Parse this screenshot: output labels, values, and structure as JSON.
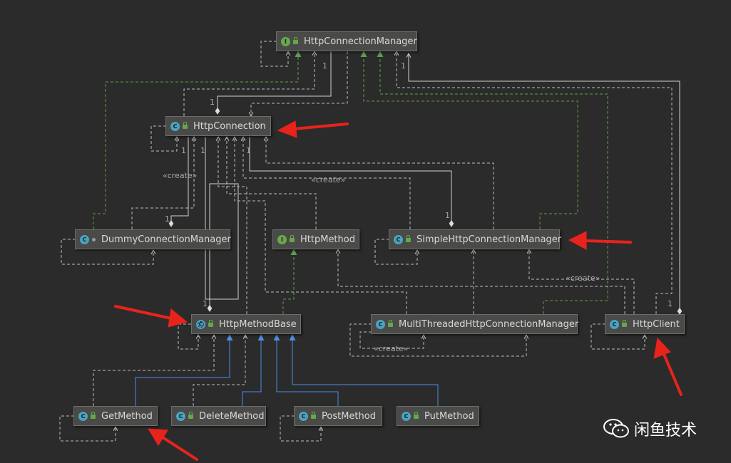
{
  "nodes": {
    "hcm": {
      "name": "HttpConnectionManager",
      "kind": "I"
    },
    "hc": {
      "name": "HttpConnection",
      "kind": "C"
    },
    "dcm": {
      "name": "DummyConnectionManager",
      "kind": "C"
    },
    "hm": {
      "name": "HttpMethod",
      "kind": "I"
    },
    "shcm": {
      "name": "SimpleHttpConnectionManager",
      "kind": "C"
    },
    "hmb": {
      "name": "HttpMethodBase",
      "kind": "C"
    },
    "mthcm": {
      "name": "MultiThreadedHttpConnectionManager",
      "kind": "C"
    },
    "hclient": {
      "name": "HttpClient",
      "kind": "C"
    },
    "get": {
      "name": "GetMethod",
      "kind": "C"
    },
    "del": {
      "name": "DeleteMethod",
      "kind": "C"
    },
    "post": {
      "name": "PostMethod",
      "kind": "C"
    },
    "put": {
      "name": "PutMethod",
      "kind": "C"
    }
  },
  "labels": {
    "create": "«create»",
    "one": "1"
  },
  "watermark": "闲鱼技术",
  "colors": {
    "background": "#2b2b2b",
    "dashed": "#bcbcbc",
    "solid": "#d0d0d0",
    "implements": "#5f9e4a",
    "extends": "#4a8fe0",
    "arrow_red": "#e8231c"
  }
}
